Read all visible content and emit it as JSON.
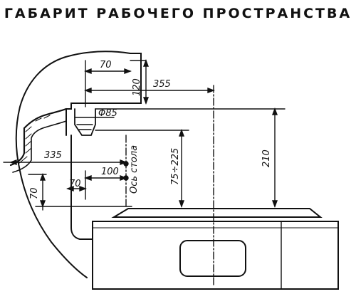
{
  "title": "ГАБАРИТ РАБОЧЕГО ПРОСТРАНСТВА",
  "dimensions": {
    "d70_top": "70",
    "d120": "120",
    "d355": "355",
    "phi85": "Φ85",
    "d335": "335",
    "d100": "100",
    "d70_mid": "70",
    "d70_left": "70",
    "d75_225": "75÷225",
    "d210": "210"
  },
  "labels": {
    "table_axis": "Ось стола"
  }
}
